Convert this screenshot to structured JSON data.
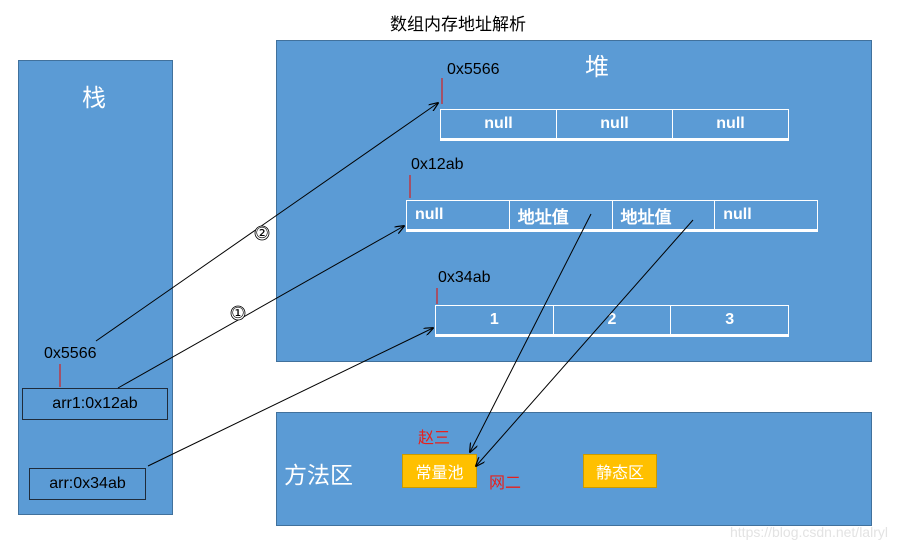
{
  "title": "数组内存地址解析",
  "stack": {
    "title": "栈",
    "addr_label": "0x5566",
    "var1": "arr1:0x12ab",
    "var2": "arr:0x34ab"
  },
  "heap": {
    "title": "堆",
    "array_top": {
      "address": "0x5566",
      "cells": [
        "null",
        "null",
        "null"
      ]
    },
    "array_mid": {
      "address": "0x12ab",
      "cells": [
        "null",
        "地址值",
        "地址值",
        "null"
      ]
    },
    "array_bottom": {
      "address": "0x34ab",
      "cells": [
        "1",
        "2",
        "3"
      ]
    }
  },
  "method_area": {
    "title": "方法区",
    "constant_pool": "常量池",
    "static_area": "静态区",
    "note_zhao": "赵三",
    "note_wang": "网二"
  },
  "arrow_labels": {
    "step1": "①",
    "step2": "②"
  },
  "watermark": "https://blog.csdn.net/lalryl",
  "colors": {
    "panel": "#5b9bd5",
    "orange": "#ffc000",
    "red": "#e8201c"
  }
}
